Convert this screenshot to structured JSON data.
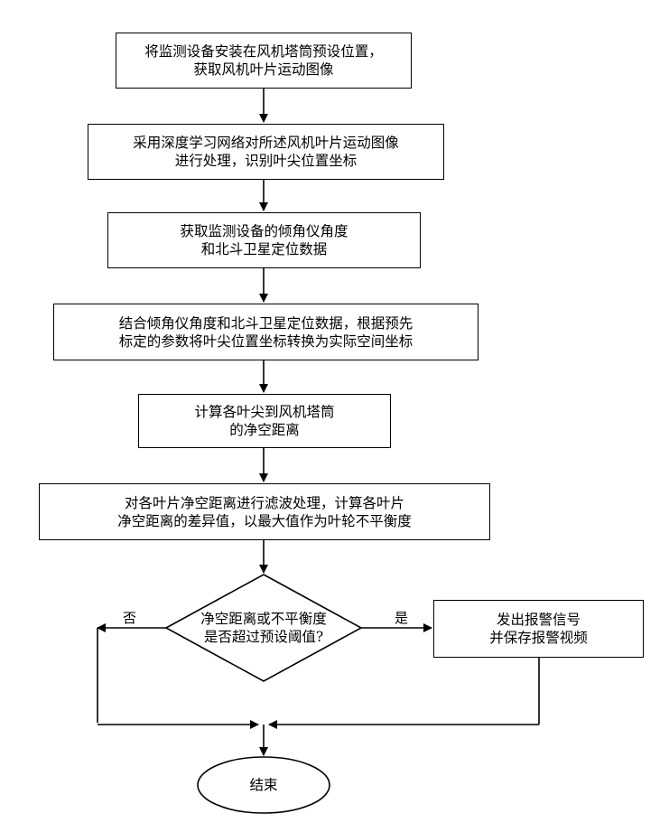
{
  "flowchart": {
    "steps": [
      {
        "lines": [
          "将监测设备安装在风机塔筒预设位置，",
          "获取风机叶片运动图像"
        ]
      },
      {
        "lines": [
          "采用深度学习网络对所述风机叶片运动图像",
          "进行处理，识别叶尖位置坐标"
        ]
      },
      {
        "lines": [
          "获取监测设备的倾角仪角度",
          "和北斗卫星定位数据"
        ]
      },
      {
        "lines": [
          "结合倾角仪角度和北斗卫星定位数据，根据预先",
          "标定的参数将叶尖位置坐标转换为实际空间坐标"
        ]
      },
      {
        "lines": [
          "计算各叶尖到风机塔筒",
          "的净空距离"
        ]
      },
      {
        "lines": [
          "对各叶片净空距离进行滤波处理，计算各叶片",
          "净空距离的差异值，以最大值作为叶轮不平衡度"
        ]
      }
    ],
    "decision": {
      "lines": [
        "净空距离或不平衡度",
        "是否超过预设阈值?"
      ]
    },
    "yes_label": "是",
    "no_label": "否",
    "alarm": {
      "lines": [
        "发出报警信号",
        "并保存报警视频"
      ]
    },
    "end": {
      "label": "结束"
    }
  }
}
